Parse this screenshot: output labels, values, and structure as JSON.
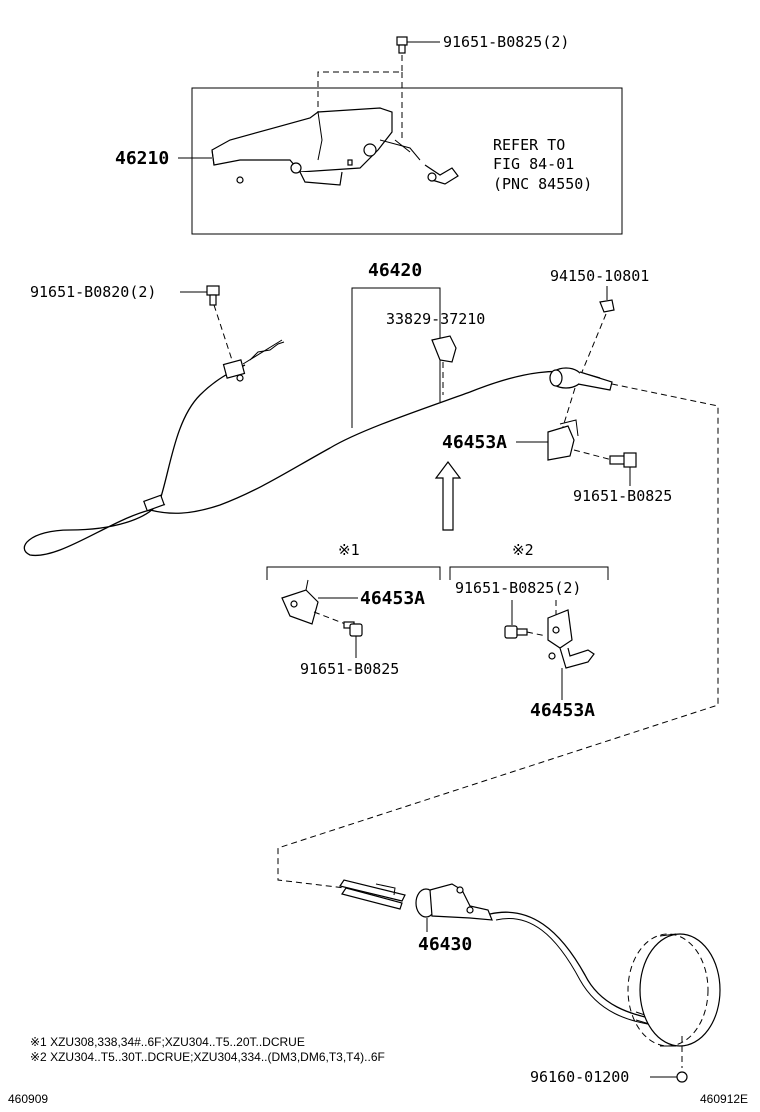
{
  "labels": {
    "bolt_top": "91651-B0825(2)",
    "lever": "46210",
    "refer_line1": "REFER TO",
    "refer_line2": "FIG 84-01",
    "refer_line3": "(PNC 84550)",
    "cable_front": "46420",
    "bolt_left": "91651-B0820(2)",
    "nut_right": "94150-10801",
    "clip": "33829-37210",
    "bracket_main": "46453A",
    "bolt_right": "91651-B0825",
    "variant1_mark": "※1",
    "variant2_mark": "※2",
    "variant1_bracket": "46453A",
    "variant1_bolt": "91651-B0825",
    "variant2_bolt": "91651-B0825(2)",
    "variant2_bracket": "46453A",
    "cable_rear": "46430",
    "rear_nut": "96160-01200"
  },
  "notes": {
    "note1": "※1 XZU308,338,34#..6F;XZU304..T5..20T..DCRUE",
    "note2": "※2 XZU304..T5..30T..DCRUE;XZU304,334..(DM3,DM6,T3,T4)..6F"
  },
  "footer": {
    "left_code": "460909",
    "right_code": "460912E"
  }
}
